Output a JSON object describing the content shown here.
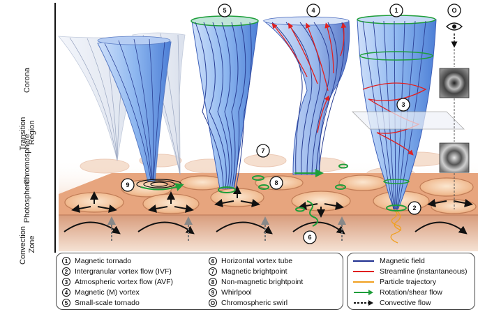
{
  "layers": [
    {
      "id": "corona",
      "label": "Corona"
    },
    {
      "id": "transition",
      "label_lines": [
        "Transition",
        "Region"
      ]
    },
    {
      "id": "chromosphere",
      "label": "Chromosphere"
    },
    {
      "id": "photosphere",
      "label": "Photosphere"
    },
    {
      "id": "convection",
      "label_lines": [
        "Convection",
        "Zone"
      ]
    }
  ],
  "markers": [
    {
      "num": "1",
      "label": "Magnetic tornado"
    },
    {
      "num": "2",
      "label": "Intergranular vortex flow (IVF)"
    },
    {
      "num": "3",
      "label": "Atmospheric vortex flow (AVF)"
    },
    {
      "num": "4",
      "label": "Magnetic (M) vortex"
    },
    {
      "num": "5",
      "label": "Small-scale tornado"
    },
    {
      "num": "6",
      "label": "Horizontal vortex tube"
    },
    {
      "num": "7",
      "label": "Magnetic brightpoint"
    },
    {
      "num": "8",
      "label": "Non-magnetic brightpoint"
    },
    {
      "num": "9",
      "label": "Whirlpool"
    },
    {
      "num": "O",
      "label": "Chromospheric swirl"
    }
  ],
  "line_legend": [
    {
      "label": "Magnetic field",
      "color": "#1f2f8f",
      "style": "solid"
    },
    {
      "label": "Streamline (instantaneous)",
      "color": "#e02020",
      "style": "solid"
    },
    {
      "label": "Particle trajectory",
      "color": "#f0a020",
      "style": "solid"
    },
    {
      "label": "Rotation/shear flow",
      "color": "#1e9e3a",
      "style": "arrow"
    },
    {
      "label": "Convective flow",
      "color": "#111111",
      "style": "dashed-arrow"
    }
  ],
  "colors": {
    "field_line": "#1f2f8f",
    "streamline": "#e02020",
    "trajectory": "#f0a020",
    "rotation": "#1e9e3a",
    "funnel_fill": "#8fb8f0",
    "granule": "#f2c7a3",
    "lane": "#c98a6a"
  }
}
